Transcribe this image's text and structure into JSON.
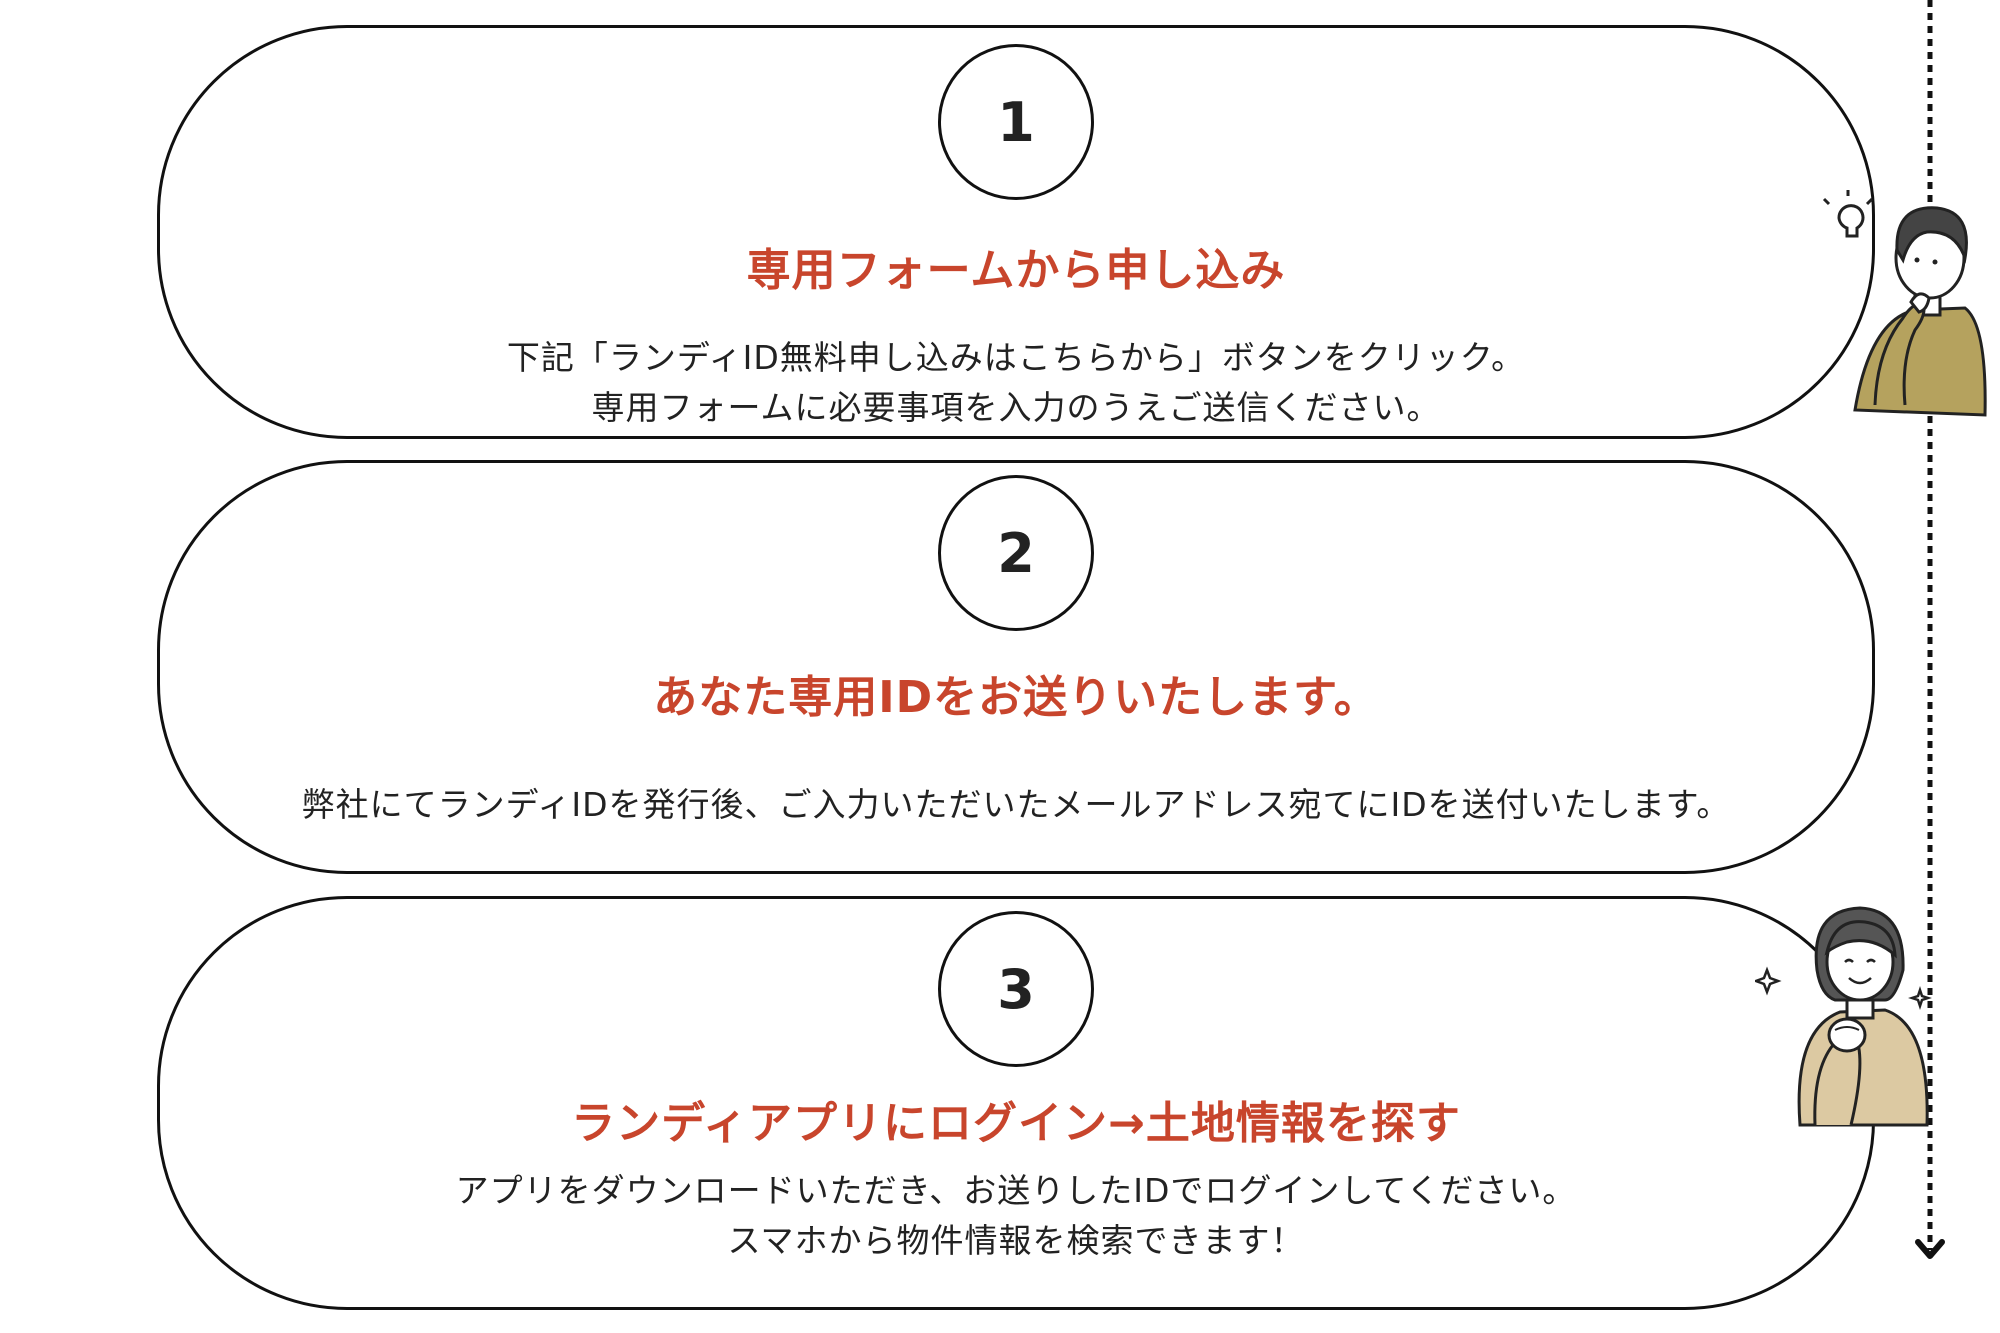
{
  "steps": [
    {
      "number": "1",
      "title": "専用フォームから申し込み",
      "lines": [
        "下記「ランディID無料申し込みはこちらから」ボタンをクリック。",
        "専用フォームに必要事項を入力のうえご送信ください。"
      ]
    },
    {
      "number": "2",
      "title": "あなた専用IDをお送りいたします。",
      "lines": [
        "弊社にてランディIDを発行後、ご入力いただいたメールアドレス宛てにIDを送付いたします。"
      ]
    },
    {
      "number": "3",
      "title": "ランディアプリにログイン→土地情報を探す",
      "lines": [
        "アプリをダウンロードいただき、お送りしたIDでログインしてください。",
        "スマホから物件情報を検索できます！"
      ]
    }
  ],
  "colors": {
    "title": "#c8452c",
    "border": "#111111",
    "man_sweater": "#b5a25e",
    "woman_sweater": "#dcc9a2"
  },
  "icons": [
    "lightbulb-icon",
    "sparkle-icon",
    "arrow-down-icon"
  ]
}
